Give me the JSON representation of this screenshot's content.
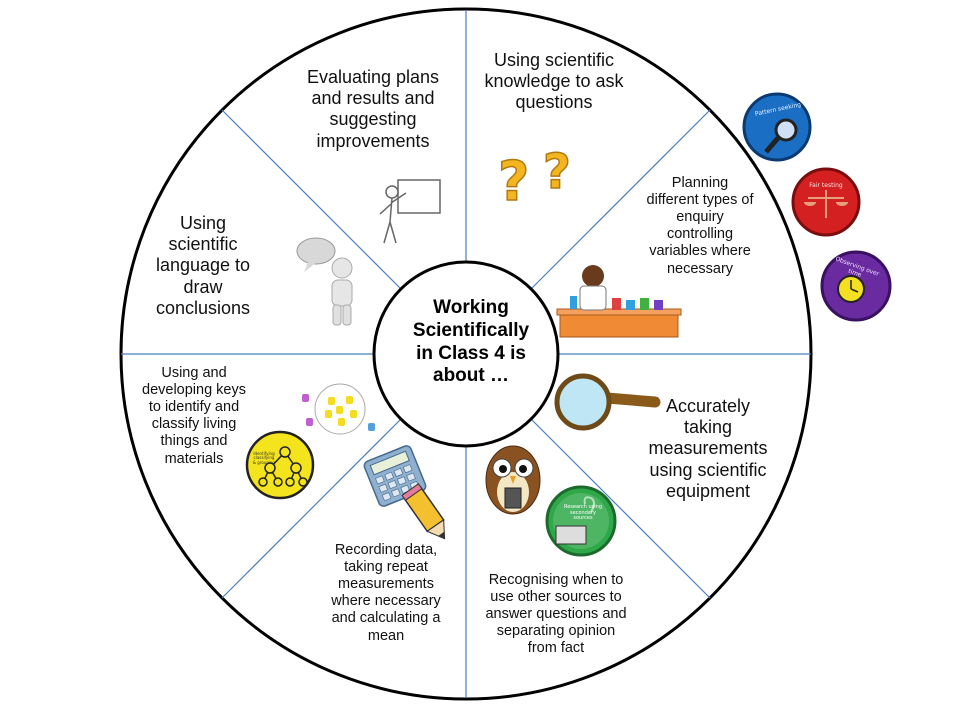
{
  "center": {
    "lines": [
      "Working",
      "Scientifically",
      "in Class 4 is",
      "about …"
    ]
  },
  "segments": [
    {
      "id": "evaluating",
      "lines": [
        "Evaluating plans",
        "and results  and",
        "suggesting",
        "improvements"
      ],
      "icon": "teacher-at-board-icon"
    },
    {
      "id": "asking",
      "lines": [
        "Using scientific",
        "knowledge to ask",
        "questions"
      ],
      "icon": "question-marks-icon"
    },
    {
      "id": "planning",
      "lines": [
        "Planning",
        "different types of",
        "enquiry",
        "controlling",
        "variables where",
        "necessary"
      ],
      "icon": "scientist-lab-icon"
    },
    {
      "id": "measuring",
      "lines": [
        "Accurately",
        "taking",
        "measurements",
        "using scientific",
        "equipment"
      ],
      "icon": "magnifying-glass-icon"
    },
    {
      "id": "sources",
      "lines": [
        "Recognising when to",
        "use other sources to",
        "answer questions and",
        "separating opinion",
        "from fact"
      ],
      "icon": "owl-icon"
    },
    {
      "id": "recording",
      "lines": [
        "Recording data,",
        "taking repeat",
        "measurements",
        "where necessary",
        "and calculating a",
        "mean"
      ],
      "icon": "calculator-pencil-icon"
    },
    {
      "id": "keys",
      "lines": [
        "Using and",
        "developing keys",
        "to identify and",
        "classify living",
        "things and",
        "materials"
      ],
      "icon": "classification-badge-icon"
    },
    {
      "id": "language",
      "lines": [
        "Using",
        "scientific",
        "language to",
        "draw",
        "conclusions"
      ],
      "icon": "speech-figure-icon"
    }
  ],
  "badges": [
    {
      "text": "Pattern seeking",
      "color": "#1a6fc4",
      "icon": "pattern-seeking-badge-icon"
    },
    {
      "text": "Fair testing",
      "color": "#d42020",
      "icon": "fair-testing-badge-icon"
    },
    {
      "text": "Observing over time",
      "color": "#6a2aa0",
      "icon": "observing-badge-icon"
    }
  ],
  "mini_badges": [
    {
      "text": "Research using secondary sources",
      "color": "#2fa84a"
    },
    {
      "text": "Identifying classifying & grouping",
      "color": "#f2e21b"
    }
  ],
  "colors": {
    "divider": "#4a7fc0",
    "rim": "#000000",
    "center_fill": "#ffffff"
  }
}
